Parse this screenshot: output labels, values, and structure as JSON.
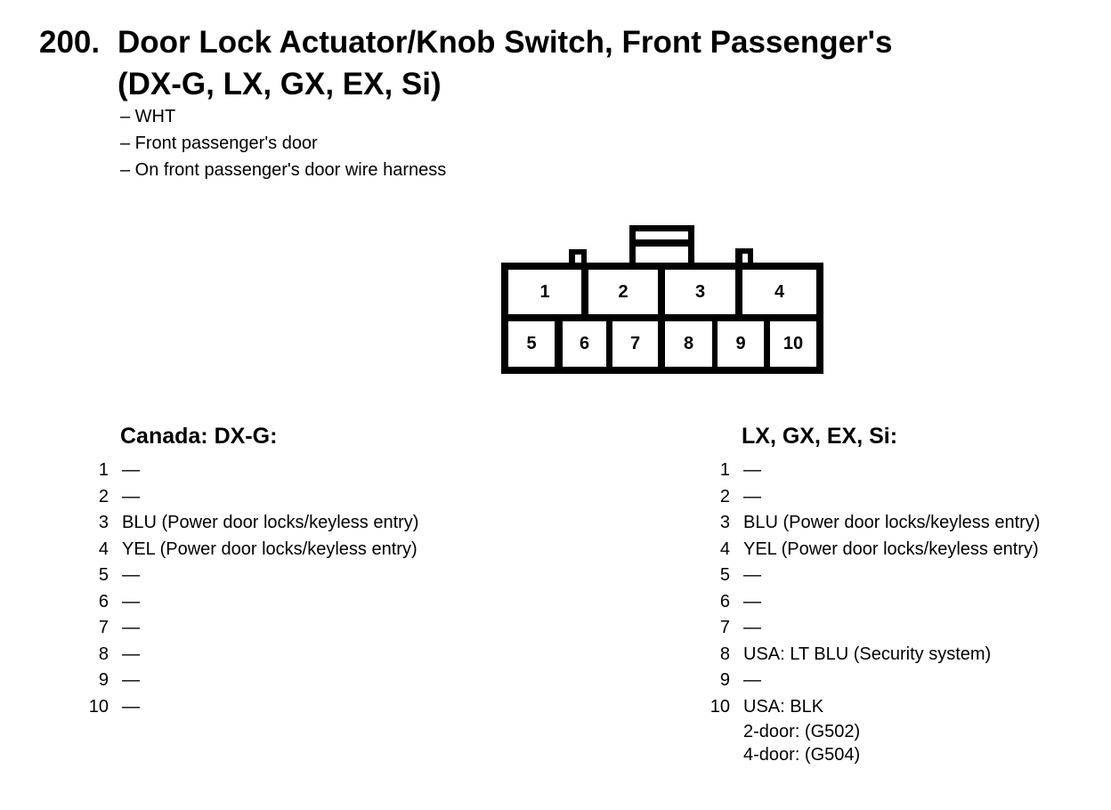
{
  "colors": {
    "ink": "#000000",
    "paper": "#ffffff"
  },
  "header": {
    "section_number": "200.",
    "title_line1": "Door Lock Actuator/Knob Switch, Front Passenger's",
    "title_line2": "(DX-G, LX, GX, EX, Si)",
    "notes": [
      "– WHT",
      "– Front passenger's door",
      "– On front passenger's door wire harness"
    ]
  },
  "connector": {
    "top_row": [
      "1",
      "2",
      "3",
      "4"
    ],
    "bottom_row": [
      "5",
      "6",
      "7",
      "8",
      "9",
      "10"
    ]
  },
  "columns": [
    {
      "heading": "Canada: DX-G:",
      "pins": [
        {
          "num": "1",
          "desc": "—"
        },
        {
          "num": "2",
          "desc": "—"
        },
        {
          "num": "3",
          "desc": "BLU (Power door locks/keyless entry)"
        },
        {
          "num": "4",
          "desc": "YEL (Power door locks/keyless entry)"
        },
        {
          "num": "5",
          "desc": "—"
        },
        {
          "num": "6",
          "desc": "—"
        },
        {
          "num": "7",
          "desc": "—"
        },
        {
          "num": "8",
          "desc": "—"
        },
        {
          "num": "9",
          "desc": "—"
        },
        {
          "num": "10",
          "desc": "—"
        }
      ]
    },
    {
      "heading": "LX, GX, EX, Si:",
      "pins": [
        {
          "num": "1",
          "desc": "—"
        },
        {
          "num": "2",
          "desc": "—"
        },
        {
          "num": "3",
          "desc": "BLU (Power door locks/keyless entry)"
        },
        {
          "num": "4",
          "desc": "YEL (Power door locks/keyless entry)"
        },
        {
          "num": "5",
          "desc": "—"
        },
        {
          "num": "6",
          "desc": "—"
        },
        {
          "num": "7",
          "desc": "—"
        },
        {
          "num": "8",
          "desc": "USA: LT BLU (Security system)"
        },
        {
          "num": "9",
          "desc": "—"
        },
        {
          "num": "10",
          "desc": "USA: BLK",
          "extra": [
            "2-door: (G502)",
            "4-door: (G504)"
          ]
        }
      ]
    }
  ]
}
